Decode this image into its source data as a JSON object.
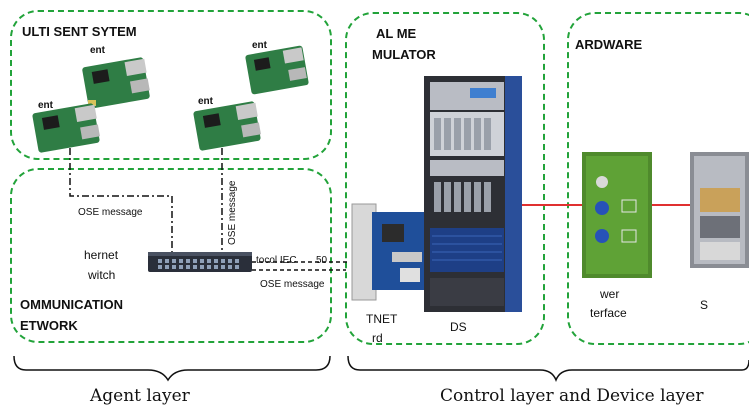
{
  "groups": {
    "multi_agent": {
      "title": "ULTI   SENT SYTEM"
    },
    "communication": {
      "title_line1": "OMMUNICATION",
      "title_line2": "ETWORK"
    },
    "simulator": {
      "title_line1": "AL   ME",
      "title_line2": "MULATOR"
    },
    "hardware": {
      "title": "ARDWARE"
    }
  },
  "agents": [
    {
      "label": "ent"
    },
    {
      "label": "ent"
    },
    {
      "label": "ent"
    },
    {
      "label": "ent"
    }
  ],
  "messages": {
    "left_link": "OSE message",
    "vertical_link": "OSE message",
    "protocol": "tocol IEC",
    "protocol_num": "50",
    "bottom_link": "OSE message"
  },
  "switch": {
    "line1": "hernet",
    "line2": "witch"
  },
  "simulator_parts": {
    "card_line1": "TNET",
    "card_line2": "rd",
    "rack": "DS"
  },
  "hardware_parts": {
    "interface_line1": "wer",
    "interface_line2": "terface",
    "load": "S"
  },
  "captions": {
    "left": "Agent layer",
    "right": "Control layer and Device layer"
  }
}
